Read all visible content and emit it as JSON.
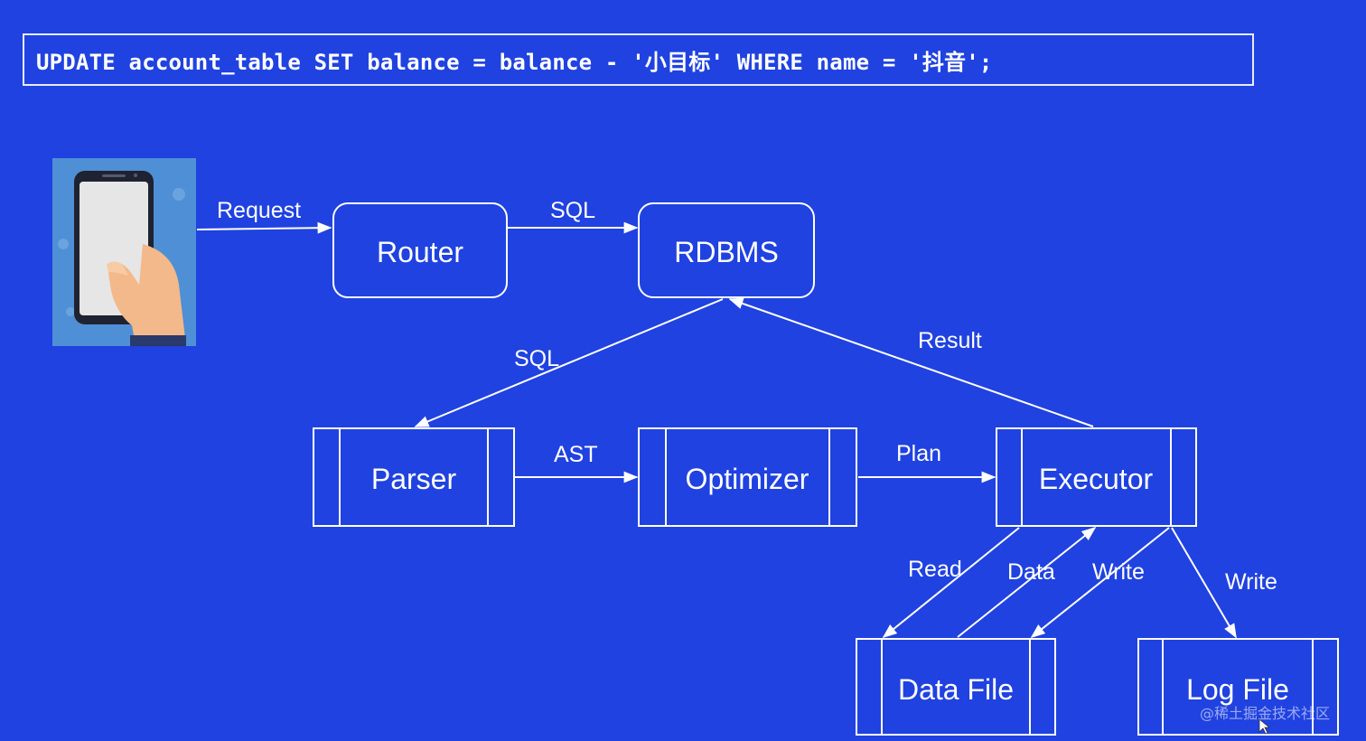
{
  "sql_statement": "UPDATE account_table SET balance = balance - '小目标' WHERE name = '抖音';",
  "nodes": {
    "router": "Router",
    "rdbms": "RDBMS",
    "parser": "Parser",
    "optimizer": "Optimizer",
    "executor": "Executor",
    "data_file": "Data File",
    "log_file": "Log File"
  },
  "edges": {
    "request": "Request",
    "sql_router_rdbms": "SQL",
    "sql_rdbms_parser": "SQL",
    "result": "Result",
    "ast": "AST",
    "plan": "Plan",
    "read": "Read",
    "data": "Data",
    "write_data": "Write",
    "write_log": "Write"
  },
  "watermark": "@稀土掘金技术社区",
  "colors": {
    "background": "#2042e0",
    "line": "#ffffff",
    "phone_panel": "#4f8fd6",
    "skin": "#f3b98a"
  }
}
